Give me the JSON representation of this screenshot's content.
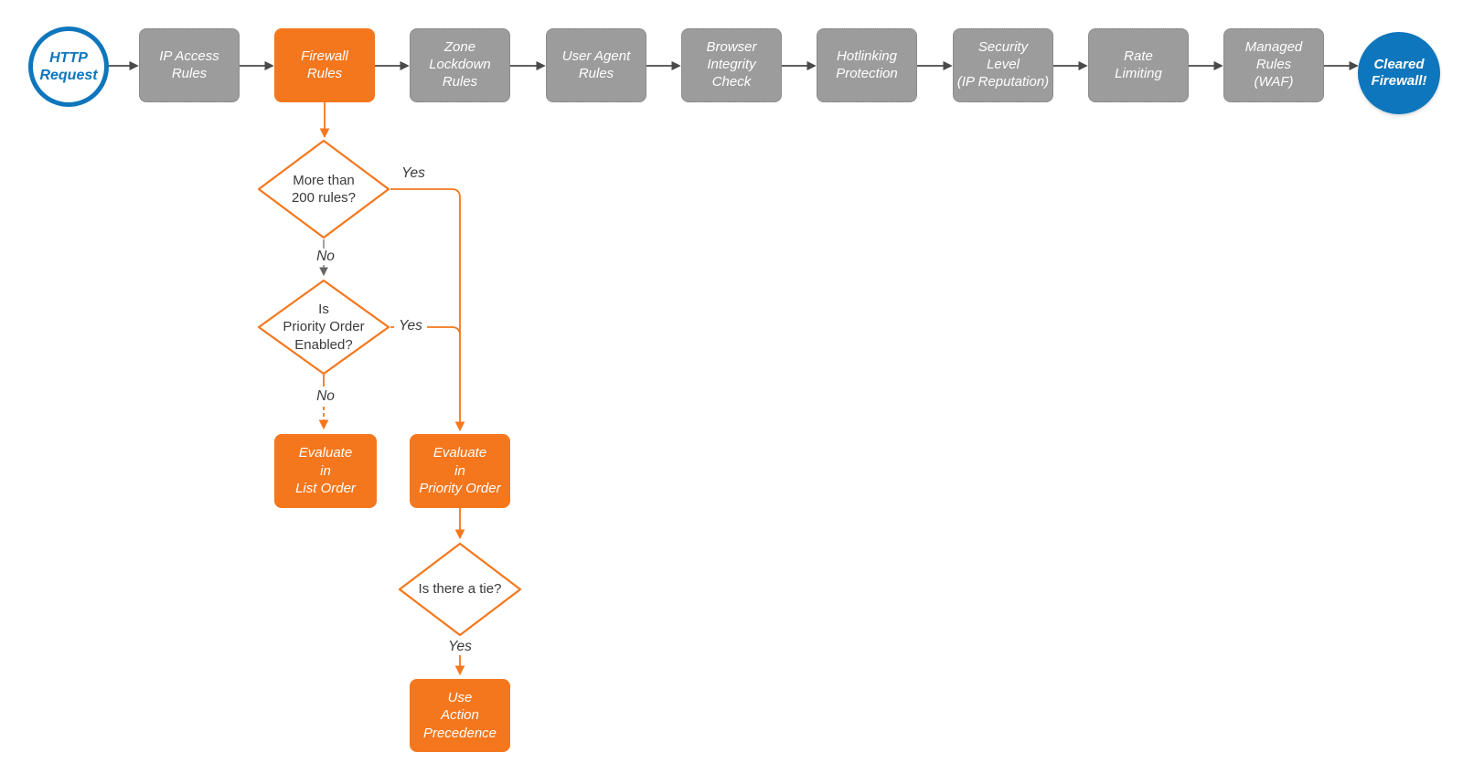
{
  "colors": {
    "orange": "#F5771D",
    "gray_fill": "#9C9C9C",
    "blue": "#0E76BC",
    "connector_dark": "#4A4A4A",
    "text_light": "#FFFFFF",
    "text_dark": "#3A3A3A"
  },
  "pipeline": {
    "start": {
      "label": "HTTP\nRequest"
    },
    "steps": [
      {
        "label": "IP Access\nRules",
        "variant": "gray"
      },
      {
        "label": "Firewall\nRules",
        "variant": "orange"
      },
      {
        "label": "Zone\nLockdown\nRules",
        "variant": "gray"
      },
      {
        "label": "User Agent\nRules",
        "variant": "gray"
      },
      {
        "label": "Browser\nIntegrity\nCheck",
        "variant": "gray"
      },
      {
        "label": "Hotlinking\nProtection",
        "variant": "gray"
      },
      {
        "label": "Security\nLevel\n(IP Reputation)",
        "variant": "gray"
      },
      {
        "label": "Rate\nLimiting",
        "variant": "gray"
      },
      {
        "label": "Managed\nRules\n(WAF)",
        "variant": "gray"
      }
    ],
    "end": {
      "label": "Cleared\nFirewall!"
    }
  },
  "firewall_branch": {
    "decision_rule_count": {
      "label": "More than\n200 rules?",
      "yes_label": "Yes",
      "no_label": "No"
    },
    "decision_priority_order": {
      "label": "Is\nPriority Order\nEnabled?",
      "yes_label": "Yes",
      "no_label": "No"
    },
    "evaluate_list_order": {
      "label": "Evaluate\nin\nList Order"
    },
    "evaluate_priority_order": {
      "label": "Evaluate\nin\nPriority Order"
    },
    "decision_tie": {
      "label": "Is there a tie?",
      "yes_label": "Yes"
    },
    "use_action_precedence": {
      "label": "Use\nAction\nPrecedence"
    }
  }
}
